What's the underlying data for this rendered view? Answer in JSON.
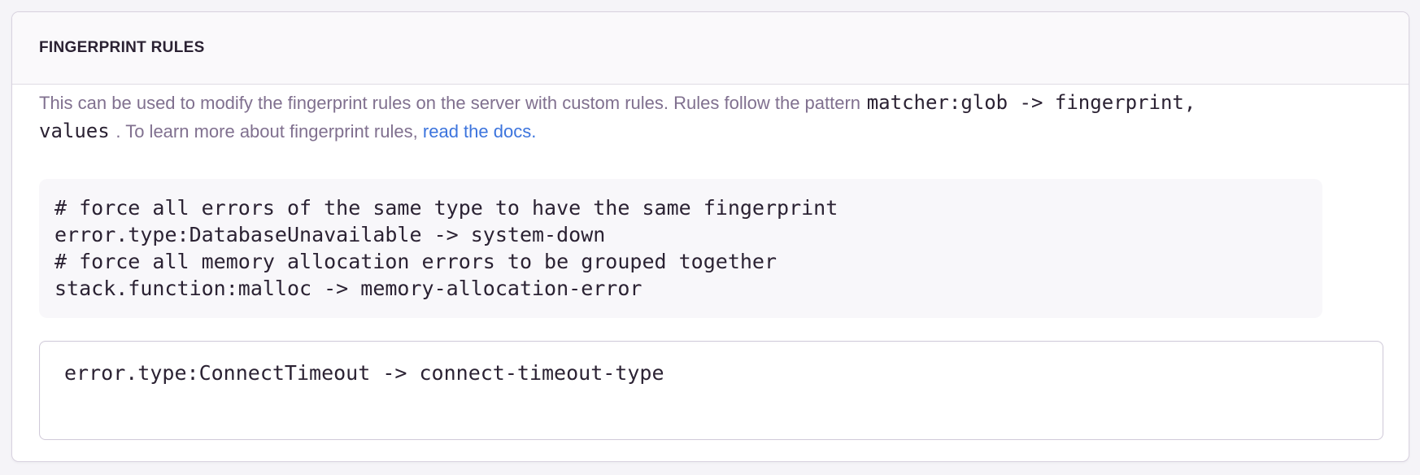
{
  "panel": {
    "title": "FINGERPRINT RULES",
    "description": {
      "line1_text": "This can be used to modify the fingerprint rules on the server with custom rules. Rules follow the pattern",
      "line1_code": "matcher:glob -> fingerprint,",
      "line2_code": "values",
      "line2_text": ". To learn more about fingerprint rules,",
      "link_label": "read the docs."
    },
    "example_code": {
      "lines": [
        "# force all errors of the same type to have the same fingerprint",
        "error.type:DatabaseUnavailable -> system-down",
        "# force all memory allocation errors to be grouped together",
        "stack.function:malloc -> memory-allocation-error"
      ]
    },
    "rules_input": {
      "value": "error.type:ConnectTimeout -> connect-timeout-type"
    }
  },
  "colors": {
    "page_bg": "#F5F4F8",
    "panel_bg": "#FFFFFF",
    "header_bg": "#FAF9FB",
    "panel_border": "#D8D2DF",
    "divider": "#E0DCE5",
    "textarea_border": "#D0CAD9",
    "pre_bg": "#F8F7FA",
    "title_text": "#2B2233",
    "body_text": "#80708F",
    "code_text": "#2B2233",
    "link": "#3C74DD"
  }
}
